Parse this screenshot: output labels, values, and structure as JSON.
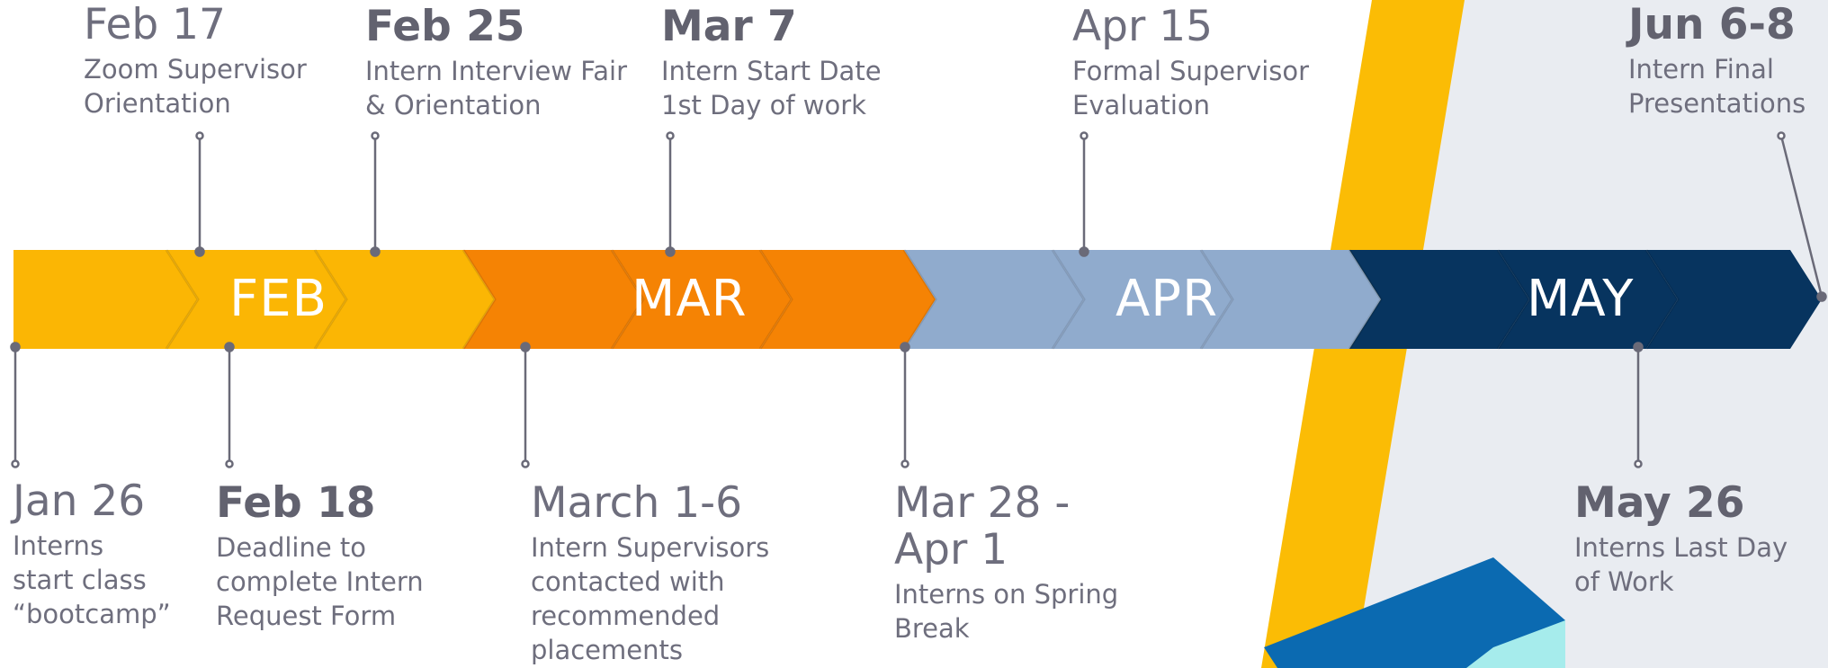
{
  "months": [
    "FEB",
    "MAR",
    "APR",
    "MAY"
  ],
  "events_top": [
    {
      "date": "Feb 17",
      "bold": false,
      "text": "Zoom Supervisor Orientation"
    },
    {
      "date": "Feb 25",
      "bold": true,
      "text": "Intern Interview Fair & Orientation"
    },
    {
      "date": "Mar 7",
      "bold": true,
      "text": "Intern Start Date 1st Day of work"
    },
    {
      "date": "Apr 15",
      "bold": false,
      "text": "Formal Supervisor Evaluation"
    },
    {
      "date": "Jun 6-8",
      "bold": true,
      "text": "Intern Final Presentations"
    }
  ],
  "events_bottom": [
    {
      "date": "Jan 26",
      "bold": false,
      "text": "Interns start class “bootcamp”"
    },
    {
      "date": "Feb 18",
      "bold": true,
      "text": "Deadline to complete Intern Request Form"
    },
    {
      "date": "March 1-6",
      "bold": false,
      "text": "Intern Supervisors contacted with recommended placements"
    },
    {
      "date": "Mar 28 - Apr 1",
      "bold": false,
      "text": "Interns on Spring Break"
    },
    {
      "date": "May 26",
      "bold": true,
      "text": "Interns Last Day of Work"
    }
  ],
  "colors": {
    "feb": "#fbb604",
    "mar": "#f58304",
    "apr": "#90abcd",
    "may": "#07345f",
    "accent_yellow": "#fbbc05",
    "panel": "#e9ecf1",
    "connector": "#6a6a78"
  }
}
